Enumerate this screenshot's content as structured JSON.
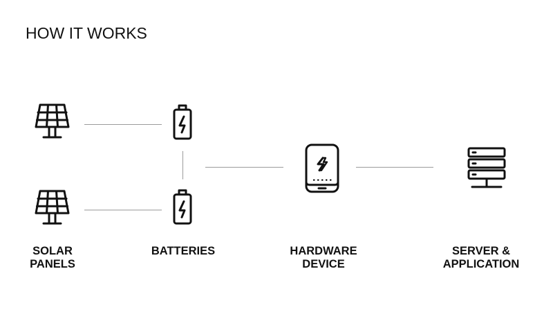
{
  "title": "HOW IT WORKS",
  "colors": {
    "text": "#111111",
    "icon_stroke": "#111111",
    "connector": "#9a9a9a",
    "background": "#ffffff"
  },
  "nodes": [
    {
      "id": "solar-panels",
      "icon": "solar-panel-icon",
      "label_lines": [
        "SOLAR",
        "PANELS"
      ],
      "count": 2
    },
    {
      "id": "batteries",
      "icon": "battery-charging-icon",
      "label_lines": [
        "BATTERIES"
      ],
      "count": 2
    },
    {
      "id": "hardware-device",
      "icon": "power-bank-icon",
      "label_lines": [
        "HARDWARE",
        "DEVICE"
      ],
      "count": 1
    },
    {
      "id": "server-application",
      "icon": "server-icon",
      "label_lines": [
        "SERVER &",
        "APPLICATION"
      ],
      "count": 1
    }
  ],
  "connections": [
    {
      "from": "solar-panel-1",
      "to": "battery-1"
    },
    {
      "from": "solar-panel-2",
      "to": "battery-2"
    },
    {
      "from": "battery-1",
      "to": "battery-2"
    },
    {
      "from": "batteries",
      "to": "hardware-device"
    },
    {
      "from": "hardware-device",
      "to": "server-application"
    }
  ]
}
